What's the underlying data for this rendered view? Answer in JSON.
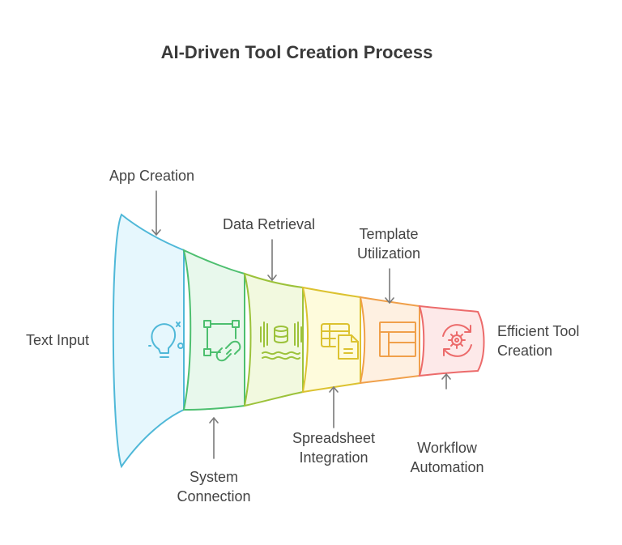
{
  "title": "AI-Driven Tool Creation Process",
  "labels": {
    "text_input": "Text Input",
    "app_creation": "App Creation",
    "system_connection_1": "System",
    "system_connection_2": "Connection",
    "data_retrieval": "Data Retrieval",
    "spreadsheet_integration_1": "Spreadsheet",
    "spreadsheet_integration_2": "Integration",
    "template_utilization_1": "Template",
    "template_utilization_2": "Utilization",
    "workflow_automation_1": "Workflow",
    "workflow_automation_2": "Automation",
    "efficient_tool_creation_1": "Efficient Tool",
    "efficient_tool_creation_2": "Creation"
  },
  "stages": [
    {
      "icon": "lightbulb-icon",
      "fill": "#e6f7fd",
      "stroke": "#4fb8d8"
    },
    {
      "icon": "connection-icon",
      "fill": "#e8f8ec",
      "stroke": "#4dbf6f"
    },
    {
      "icon": "database-icon",
      "fill": "#f2f9df",
      "stroke": "#9cc23a"
    },
    {
      "icon": "spreadsheet-icon",
      "fill": "#fefbdc",
      "stroke": "#dcc230"
    },
    {
      "icon": "template-icon",
      "fill": "#fef0e1",
      "stroke": "#f0a04a"
    },
    {
      "icon": "gear-cycle-icon",
      "fill": "#fde9e9",
      "stroke": "#ec6b6b"
    }
  ]
}
